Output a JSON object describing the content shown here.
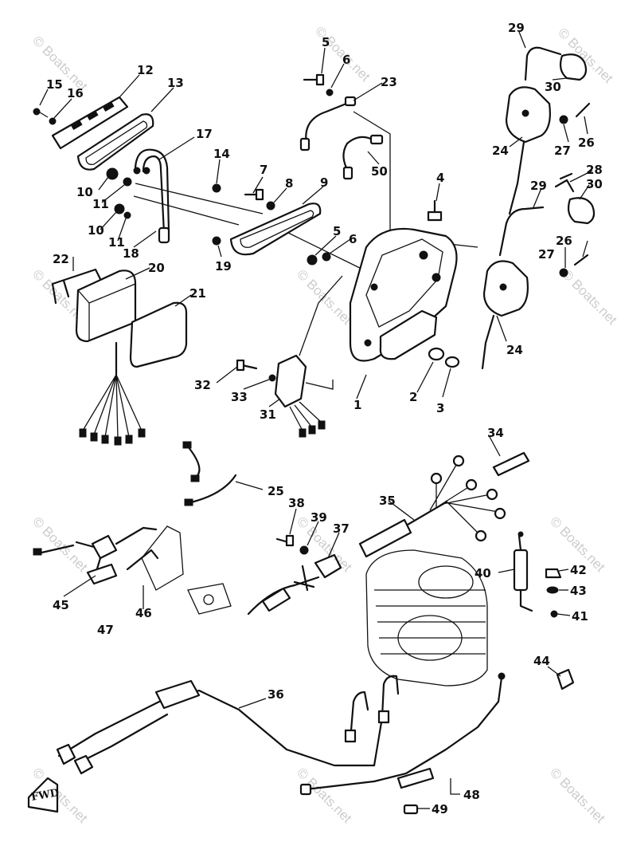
{
  "diagram": {
    "watermark_text": "© Boats.net",
    "fwd_label": "FWD",
    "callouts": [
      {
        "id": "c1",
        "text": "1"
      },
      {
        "id": "c2",
        "text": "2"
      },
      {
        "id": "c3",
        "text": "3"
      },
      {
        "id": "c4",
        "text": "4"
      },
      {
        "id": "c5a",
        "text": "5"
      },
      {
        "id": "c5b",
        "text": "5"
      },
      {
        "id": "c6a",
        "text": "6"
      },
      {
        "id": "c6b",
        "text": "6"
      },
      {
        "id": "c7",
        "text": "7"
      },
      {
        "id": "c8",
        "text": "8"
      },
      {
        "id": "c9",
        "text": "9"
      },
      {
        "id": "c10a",
        "text": "10"
      },
      {
        "id": "c10b",
        "text": "10"
      },
      {
        "id": "c11a",
        "text": "11"
      },
      {
        "id": "c11b",
        "text": "11"
      },
      {
        "id": "c12",
        "text": "12"
      },
      {
        "id": "c13",
        "text": "13"
      },
      {
        "id": "c14",
        "text": "14"
      },
      {
        "id": "c15",
        "text": "15"
      },
      {
        "id": "c16",
        "text": "16"
      },
      {
        "id": "c17",
        "text": "17"
      },
      {
        "id": "c18",
        "text": "18"
      },
      {
        "id": "c19",
        "text": "19"
      },
      {
        "id": "c20",
        "text": "20"
      },
      {
        "id": "c21",
        "text": "21"
      },
      {
        "id": "c22",
        "text": "22"
      },
      {
        "id": "c23",
        "text": "23"
      },
      {
        "id": "c24a",
        "text": "24"
      },
      {
        "id": "c24b",
        "text": "24"
      },
      {
        "id": "c25",
        "text": "25"
      },
      {
        "id": "c26a",
        "text": "26"
      },
      {
        "id": "c26b",
        "text": "26"
      },
      {
        "id": "c27a",
        "text": "27"
      },
      {
        "id": "c27b",
        "text": "27"
      },
      {
        "id": "c28",
        "text": "28"
      },
      {
        "id": "c29a",
        "text": "29"
      },
      {
        "id": "c29b",
        "text": "29"
      },
      {
        "id": "c30a",
        "text": "30"
      },
      {
        "id": "c30b",
        "text": "30"
      },
      {
        "id": "c31",
        "text": "31"
      },
      {
        "id": "c32",
        "text": "32"
      },
      {
        "id": "c33",
        "text": "33"
      },
      {
        "id": "c34",
        "text": "34"
      },
      {
        "id": "c35",
        "text": "35"
      },
      {
        "id": "c36",
        "text": "36"
      },
      {
        "id": "c37",
        "text": "37"
      },
      {
        "id": "c38",
        "text": "38"
      },
      {
        "id": "c39",
        "text": "39"
      },
      {
        "id": "c40",
        "text": "40"
      },
      {
        "id": "c41",
        "text": "41"
      },
      {
        "id": "c42",
        "text": "42"
      },
      {
        "id": "c43",
        "text": "43"
      },
      {
        "id": "c44",
        "text": "44"
      },
      {
        "id": "c45",
        "text": "45"
      },
      {
        "id": "c46",
        "text": "46"
      },
      {
        "id": "c47",
        "text": "47"
      },
      {
        "id": "c48",
        "text": "48"
      },
      {
        "id": "c49",
        "text": "49"
      },
      {
        "id": "c50",
        "text": "50"
      }
    ]
  }
}
